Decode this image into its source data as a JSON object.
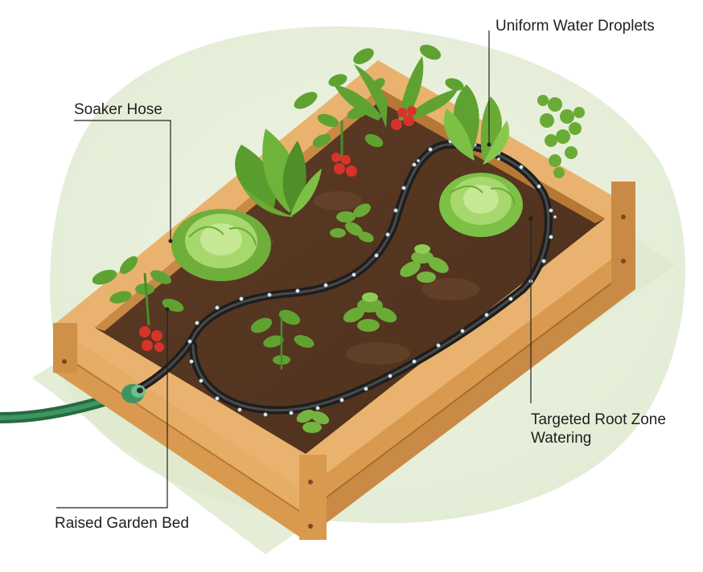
{
  "labels": {
    "uniform_water_droplets": "Uniform Water Droplets",
    "soaker_hose": "Soaker Hose",
    "targeted_root_zone_line1": "Targeted Root Zone",
    "targeted_root_zone_line2": "Watering",
    "raised_garden_bed": "Raised Garden Bed"
  },
  "colors": {
    "background_blob": "#e8f0dc",
    "wood_light": "#e9b36f",
    "wood_mid": "#d99a4f",
    "wood_dark": "#b87835",
    "soil": "#5b3a24",
    "soil_dark": "#4a2e1b",
    "hose": "#2b2b2b",
    "garden_hose": "#2f7d4f",
    "leaf": "#6fae3a",
    "tomato": "#d9322a",
    "leader_line": "#222222"
  },
  "icons": [
    "tomato-plant-icon",
    "lettuce-icon",
    "basil-icon",
    "seedling-icon",
    "water-droplet-icon"
  ]
}
